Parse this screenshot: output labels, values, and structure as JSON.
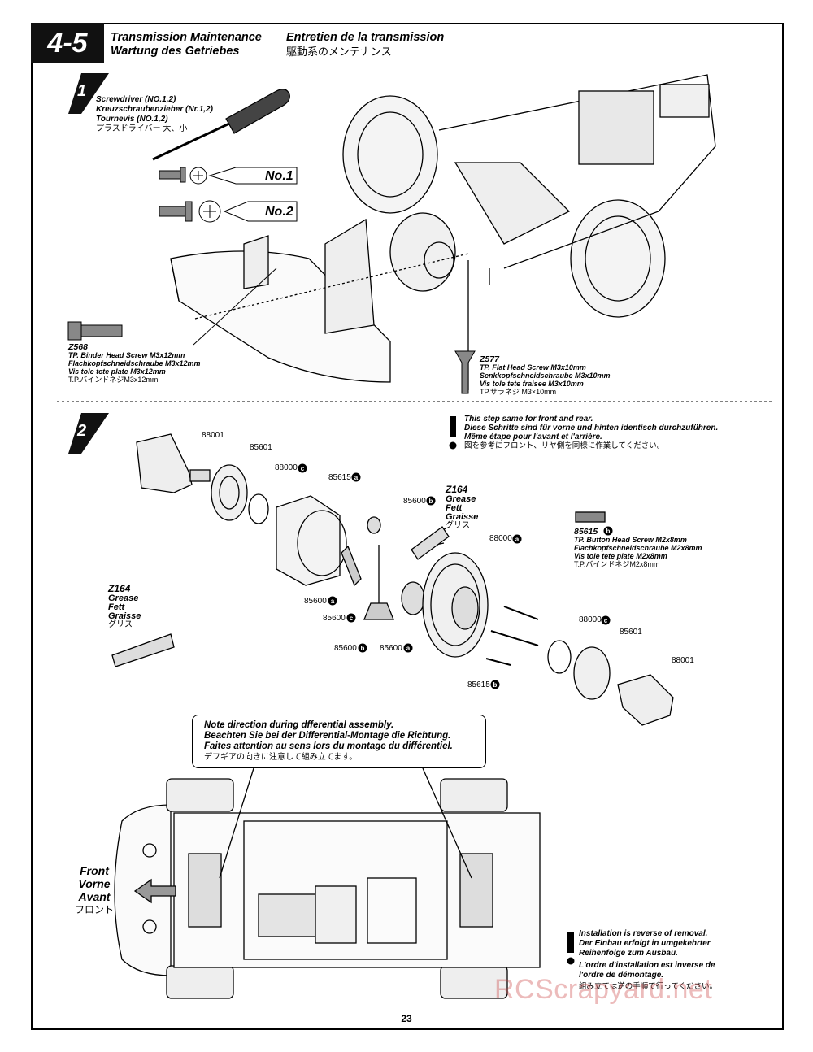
{
  "header": {
    "step": "4-5",
    "title_en": "Transmission Maintenance",
    "title_fr": "Entretien de la transmission",
    "title_de": "Wartung des Getriebes",
    "title_jp": "駆動系のメンテナンス"
  },
  "step1": {
    "number": "1",
    "tool_lines": [
      "Screwdriver (NO.1,2)",
      "Kreuzschraubenzieher (Nr.1,2)",
      "Tournevis (NO.1,2)",
      "プラスドライバー 大、小"
    ],
    "no1": "No.1",
    "no2": "No.2",
    "z568": {
      "code": "Z568",
      "lines": [
        "TP. Binder Head Screw M3x12mm",
        "Flachkopfschneidschraube M3x12mm",
        "Vis tole tete plate M3x12mm",
        "T.P.バインドネジM3x12mm"
      ]
    },
    "z577": {
      "code": "Z577",
      "lines": [
        "TP. Flat Head Screw M3x10mm",
        "Senkkopfschneidschraube M3x10mm",
        "Vis tole tete fraisee M3x10mm",
        "TP.サラネジ M3×10mm"
      ]
    }
  },
  "step2": {
    "number": "2",
    "note_lines": [
      "This step same for front and rear.",
      "Diese Schritte sind für vorne und hinten identisch durchzuführen.",
      "Même étape pour l'avant et l'arrière.",
      "図を参考にフロント、リヤ側を同様に作業してください。"
    ],
    "parts": {
      "p88001_a": "88001",
      "p85601_a": "85601",
      "p88000_c_a": "88000",
      "p85615_a": "85615",
      "p85600_b_top": "85600",
      "p88000_a": "88000",
      "p85600_a_l": "85600",
      "p85600_c": "85600",
      "p85600_b": "85600",
      "p85600_a": "85600",
      "p85615_b": "85615",
      "p88000_c_b": "88000",
      "p85601_b": "85601",
      "p88001_b": "88001"
    },
    "grease_top": [
      "Z164",
      "Grease",
      "Fett",
      "Graisse",
      "グリス"
    ],
    "grease_left": [
      "Z164",
      "Grease",
      "Fett",
      "Graisse",
      "グリス"
    ],
    "screw85615": {
      "code": "85615",
      "lines": [
        "TP. Button Head Screw M2x8mm",
        "Flachkopfschneidschraube M2x8mm",
        "Vis tole tete plate M2x8mm",
        "T.P.バインドネジM2x8mm"
      ]
    },
    "letters": {
      "a": "a",
      "b": "b",
      "c": "c"
    }
  },
  "callout": {
    "lines": [
      "Note direction during dfferential assembly.",
      "Beachten Sie bei der Differential-Montage die Richtung.",
      "Faites attention au sens lors du montage du différentiel."
    ],
    "jp": "デフギアの向きに注意して組み立てます。"
  },
  "front": [
    "Front",
    "Vorne",
    "Avant",
    "フロント"
  ],
  "install": {
    "lines": [
      "Installation is reverse of removal.",
      "Der Einbau erfolgt in umgekehrter",
      "Reihenfolge zum Ausbau.",
      "L'ordre d'installation est inverse de",
      "l'ordre de démontage."
    ],
    "jp": "組み立ては逆の手順で行ってください。"
  },
  "page_number": "23",
  "watermark": "RCScrapyard.net"
}
